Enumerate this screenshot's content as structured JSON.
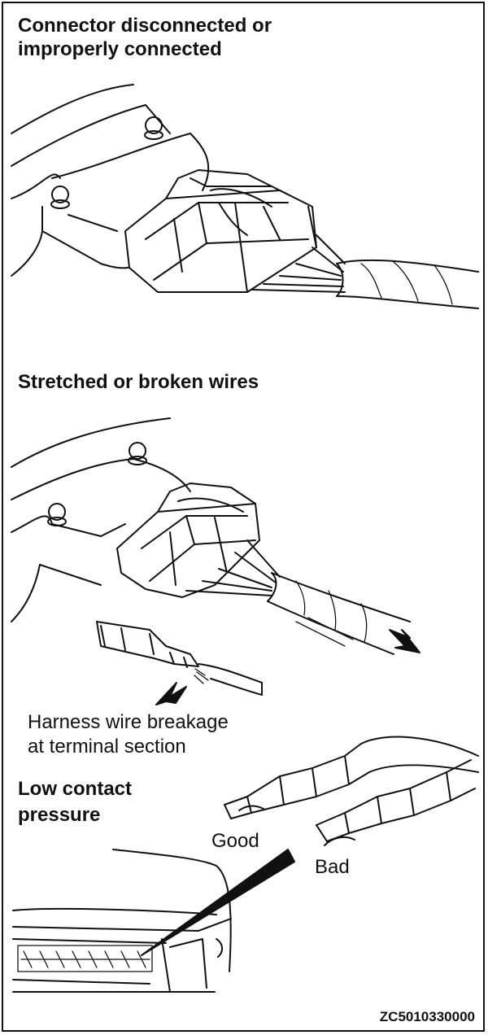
{
  "sections": {
    "connector": {
      "heading": "Connector disconnected or\nimproperly connected"
    },
    "stretched": {
      "heading": "Stretched or broken wires",
      "caption_line1": "Harness wire breakage",
      "caption_line2": "at terminal section"
    },
    "pressure": {
      "heading_line1": "Low contact",
      "heading_line2": "pressure",
      "good_label": "Good",
      "bad_label": "Bad"
    }
  },
  "figure_code": "ZC5010330000"
}
